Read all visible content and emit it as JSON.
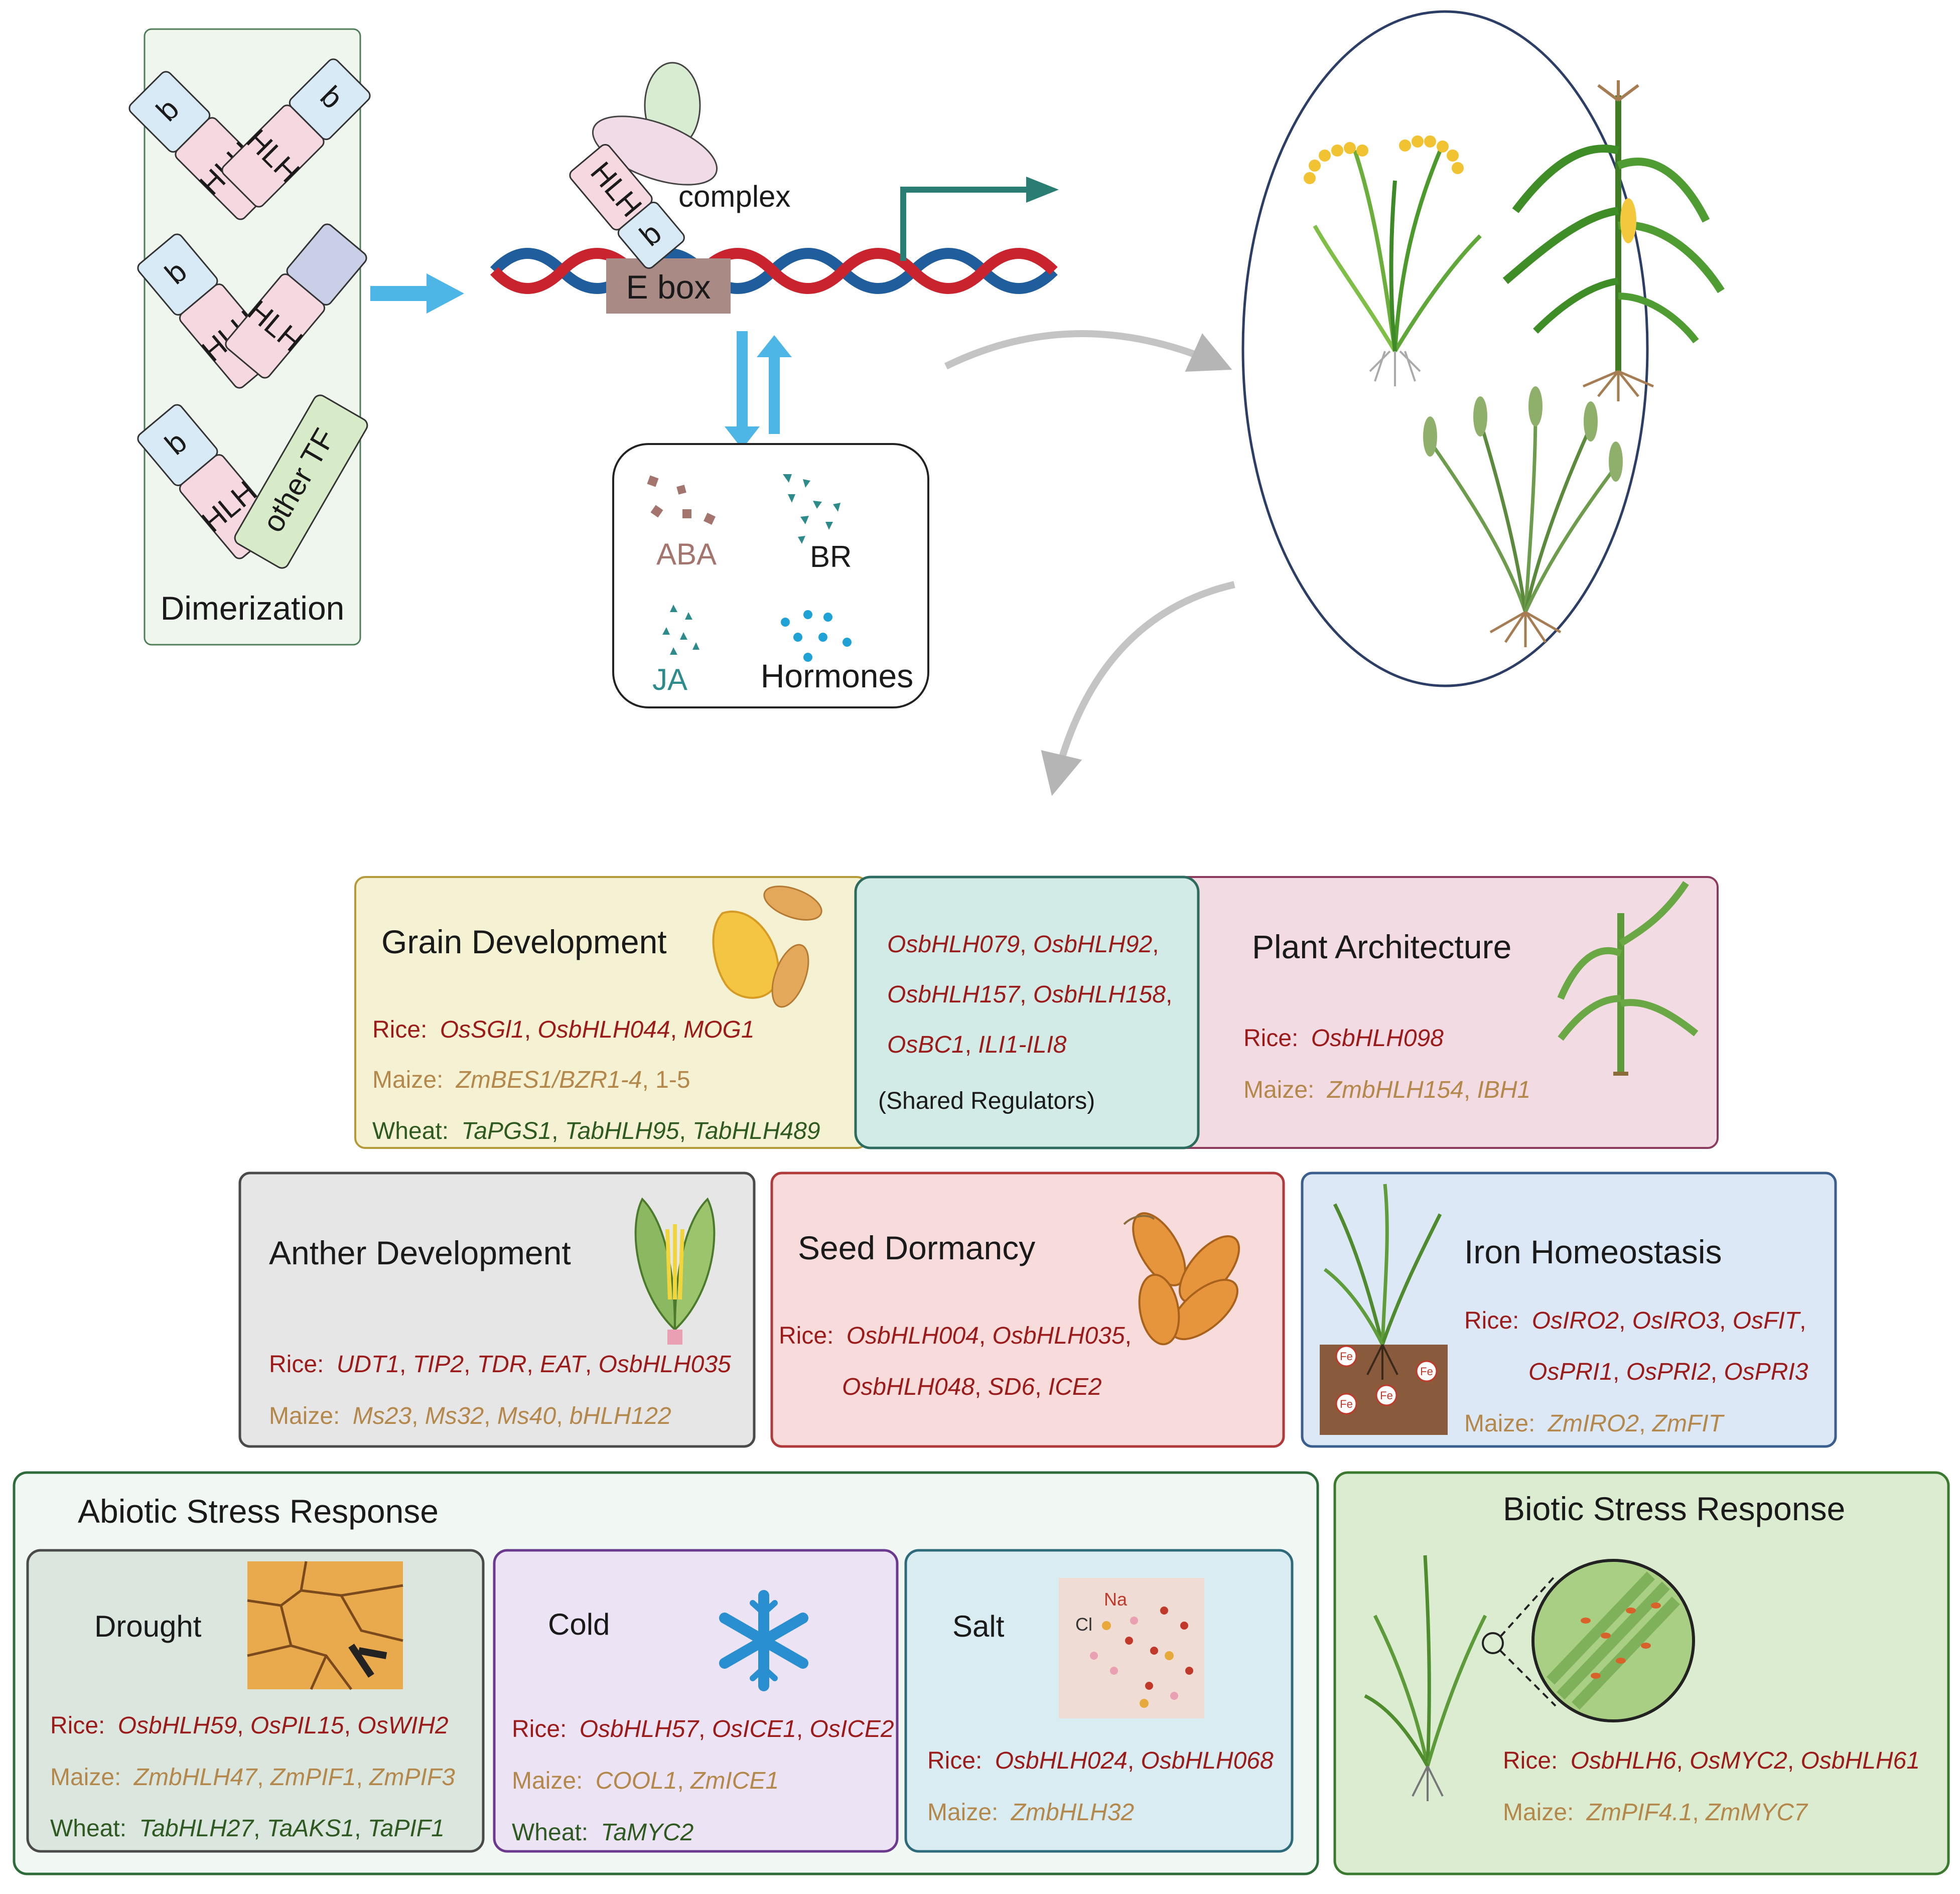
{
  "dimerization": {
    "title": "Dimerization",
    "domain_b": "b",
    "domain_hlh": "HLH",
    "other_tf": "other TF"
  },
  "dna": {
    "ebox": "E box",
    "complex": "complex",
    "domain_b": "b",
    "domain_hlh": "HLH"
  },
  "hormones": {
    "title": "Hormones",
    "aba": "ABA",
    "br": "BR",
    "ja": "JA"
  },
  "shared": {
    "genes": [
      "OsbHLH079",
      "OsbHLH92",
      "OsbHLH157",
      "OsbHLH158",
      "OsBC1",
      "ILI1-ILI8"
    ],
    "label": "(Shared Regulators)"
  },
  "species": {
    "rice": "Rice:",
    "maize": "Maize:",
    "wheat": "Wheat:"
  },
  "grain": {
    "title": "Grain Development",
    "rice": [
      "OsSGl1",
      "OsbHLH044",
      "MOG1"
    ],
    "maize": [
      "ZmBES1/BZR1-4",
      "1-5"
    ],
    "wheat": [
      "TaPGS1",
      "TabHLH95",
      "TabHLH489"
    ]
  },
  "architecture": {
    "title": "Plant Architecture",
    "rice": [
      "OsbHLH098"
    ],
    "maize": [
      "ZmbHLH154",
      "IBH1"
    ]
  },
  "anther": {
    "title": "Anther Development",
    "rice": [
      "UDT1",
      "TIP2",
      "TDR",
      "EAT",
      "OsbHLH035"
    ],
    "maize": [
      "Ms23",
      "Ms32",
      "Ms40",
      "bHLH122"
    ]
  },
  "dormancy": {
    "title": "Seed Dormancy",
    "rice": [
      "OsbHLH004",
      "OsbHLH035",
      "OsbHLH048",
      "SD6",
      "ICE2"
    ]
  },
  "iron": {
    "title": "Iron Homeostasis",
    "fe": "Fe",
    "rice": [
      "OsIRO2",
      "OsIRO3",
      "OsFIT",
      "OsPRI1",
      "OsPRI2",
      "OsPRI3"
    ],
    "maize": [
      "ZmIRO2",
      "ZmFIT"
    ]
  },
  "abiotic": {
    "title": "Abiotic Stress Response",
    "drought": {
      "title": "Drought",
      "rice": [
        "OsbHLH59",
        "OsPIL15",
        "OsWIH2"
      ],
      "maize": [
        "ZmbHLH47",
        "ZmPIF1",
        "ZmPIF3"
      ],
      "wheat": [
        "TabHLH27",
        "TaAKS1",
        "TaPIF1"
      ]
    },
    "cold": {
      "title": "Cold",
      "rice": [
        "OsbHLH57",
        "OsICE1",
        "OsICE2"
      ],
      "maize": [
        "COOL1",
        "ZmICE1"
      ],
      "wheat": [
        "TaMYC2"
      ]
    },
    "salt": {
      "title": "Salt",
      "na": "Na",
      "cl": "Cl",
      "rice": [
        "OsbHLH024",
        "OsbHLH068"
      ],
      "maize": [
        "ZmbHLH32"
      ]
    }
  },
  "biotic": {
    "title": "Biotic Stress Response",
    "rice": [
      "OsbHLH6",
      "OsMYC2",
      "OsbHLH61"
    ],
    "maize": [
      "ZmPIF4.1",
      "ZmMYC7"
    ]
  },
  "colors": {
    "rice": "#9b1b1b",
    "maize": "#b4874a",
    "wheat": "#2e5a22",
    "arrow_blue": "#4db6e6",
    "dna_red": "#c9242d",
    "dna_blue": "#1f5d9c"
  }
}
